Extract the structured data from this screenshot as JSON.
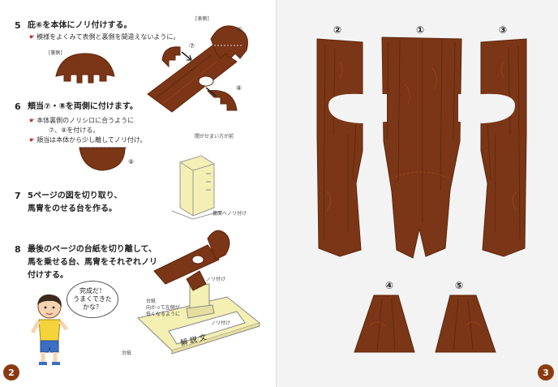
{
  "left_page": {
    "step5": {
      "number": "5",
      "title": "庇⑥を本体にノリ付けする。",
      "note": "模様をよくみて表側と裏側を間違えないように。",
      "label_back": "[裏側]",
      "label_front": "[表側]",
      "label_7": "⑦",
      "label_6": "⑥",
      "label_8": "⑧",
      "gap_note": "間がせまい方が前"
    },
    "step6": {
      "number": "6",
      "title": "頬当⑦・⑧を両側に付けます。",
      "note_line1": "本体裏側のノリシロに合うように",
      "note_line2": "⑦、⑧を付ける。",
      "note_line3": "頬当は本体から少し離してノリ付け。",
      "label_8": "⑧"
    },
    "step7": {
      "number": "7",
      "line1": "5ページの図を切り取り、",
      "line2": "馬冑をのせる台を作る。",
      "side_note": "裏面へノリ付け"
    },
    "step8": {
      "number": "8",
      "line1": "最後のページの台紙を切り離して、",
      "line2": "馬を乗せる台、馬冑をそれぞれノリ",
      "line3": "付けする。",
      "label_glue1": "ノリ付け",
      "label_glue2": "ノリ付け",
      "stand_note_line1": "台紙",
      "stand_note_line2": "向かって左側が",
      "stand_note_line3": "低くなるように",
      "base_label": "台紙",
      "plaque": "解 説 文"
    },
    "bubble_line1": "完成だ！",
    "bubble_line2": "うまくできた",
    "bubble_line3": "かな？",
    "page_number": "2"
  },
  "right_page": {
    "piece_labels": [
      "②",
      "①",
      "③",
      "④",
      "⑤"
    ],
    "page_number": "3"
  },
  "colors": {
    "wood": "#7a3616",
    "wood_dark": "#5e260c",
    "wood_light": "#93451e",
    "page_num_bg": "#8b3a10",
    "note_arrow": "#c0392b",
    "card_yellow": "#f4efb3"
  }
}
